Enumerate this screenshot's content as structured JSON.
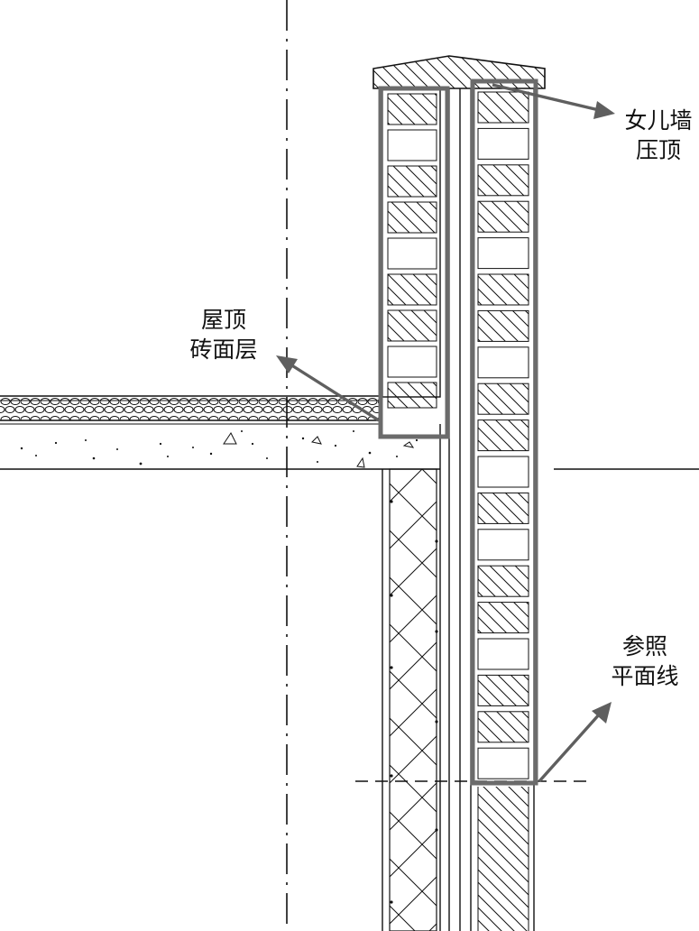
{
  "labels": {
    "parapet": {
      "line1": "女儿墙",
      "line2": "压顶"
    },
    "roof": {
      "line1": "屋顶",
      "line2": "砖面层"
    },
    "ref": {
      "line1": "参照",
      "line2": "平面线"
    }
  },
  "colors": {
    "line": "#111111",
    "highlight": "#6b6b6b",
    "arrow": "#5f5f5f"
  }
}
